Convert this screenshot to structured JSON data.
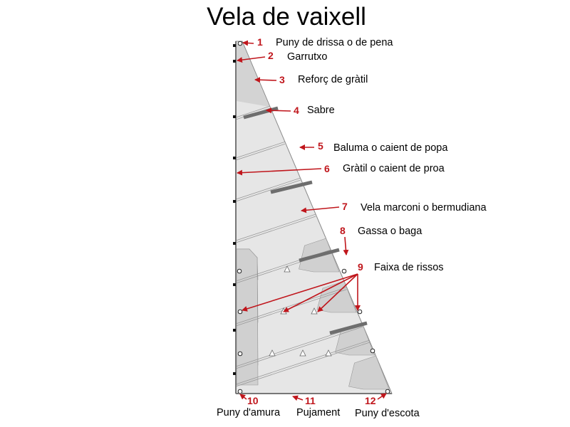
{
  "title": "Vela de vaixell",
  "labels": [
    {
      "n": "1",
      "text": "Puny de drissa o de pena"
    },
    {
      "n": "2",
      "text": "Garrutxo"
    },
    {
      "n": "3",
      "text": "Reforç de gràtil"
    },
    {
      "n": "4",
      "text": "Sabre"
    },
    {
      "n": "5",
      "text": "Baluma o caient de popa"
    },
    {
      "n": "6",
      "text": "Gràtil o caient de proa"
    },
    {
      "n": "7",
      "text": "Vela marconi o bermudiana"
    },
    {
      "n": "8",
      "text": "Gassa o baga"
    },
    {
      "n": "9",
      "text": "Faixa de rissos"
    },
    {
      "n": "10",
      "text": "Puny d'amura"
    },
    {
      "n": "11",
      "text": "Pujament"
    },
    {
      "n": "12",
      "text": "Puny d'escota"
    }
  ],
  "colors": {
    "arrow": "#c0161c",
    "sail": "#e6e6e6",
    "patch": "#d0d0d0",
    "batten": "#6e6e6e"
  }
}
